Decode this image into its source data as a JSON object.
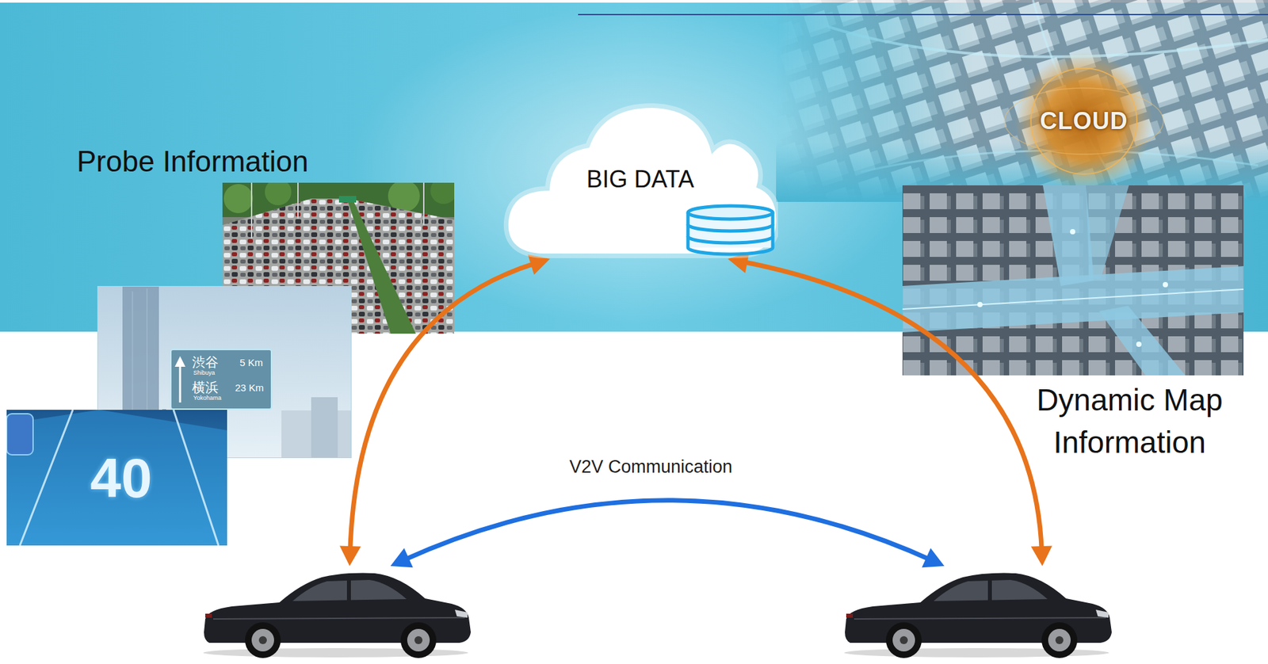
{
  "diagram": {
    "nodes": [
      {
        "text": [
          "Probe Information"
        ]
      },
      {
        "text": [
          "BIG DATA"
        ]
      },
      {
        "text": [
          "Dynamic Map Information"
        ]
      },
      {
        "text": []
      },
      {
        "text": []
      }
    ],
    "edges": [
      {
        "from": 3,
        "to": 1,
        "arrow": "both"
      },
      {
        "from": 4,
        "to": 1,
        "arrow": "both"
      },
      {
        "from": 3,
        "to": 4,
        "label": "V2V Communication",
        "arrow": "both"
      }
    ],
    "labels": [
      "CLOUD",
      "渋谷",
      "5 Km",
      "Shibuya",
      "横浜",
      "23 Km",
      "Yokohama",
      "40"
    ]
  }
}
